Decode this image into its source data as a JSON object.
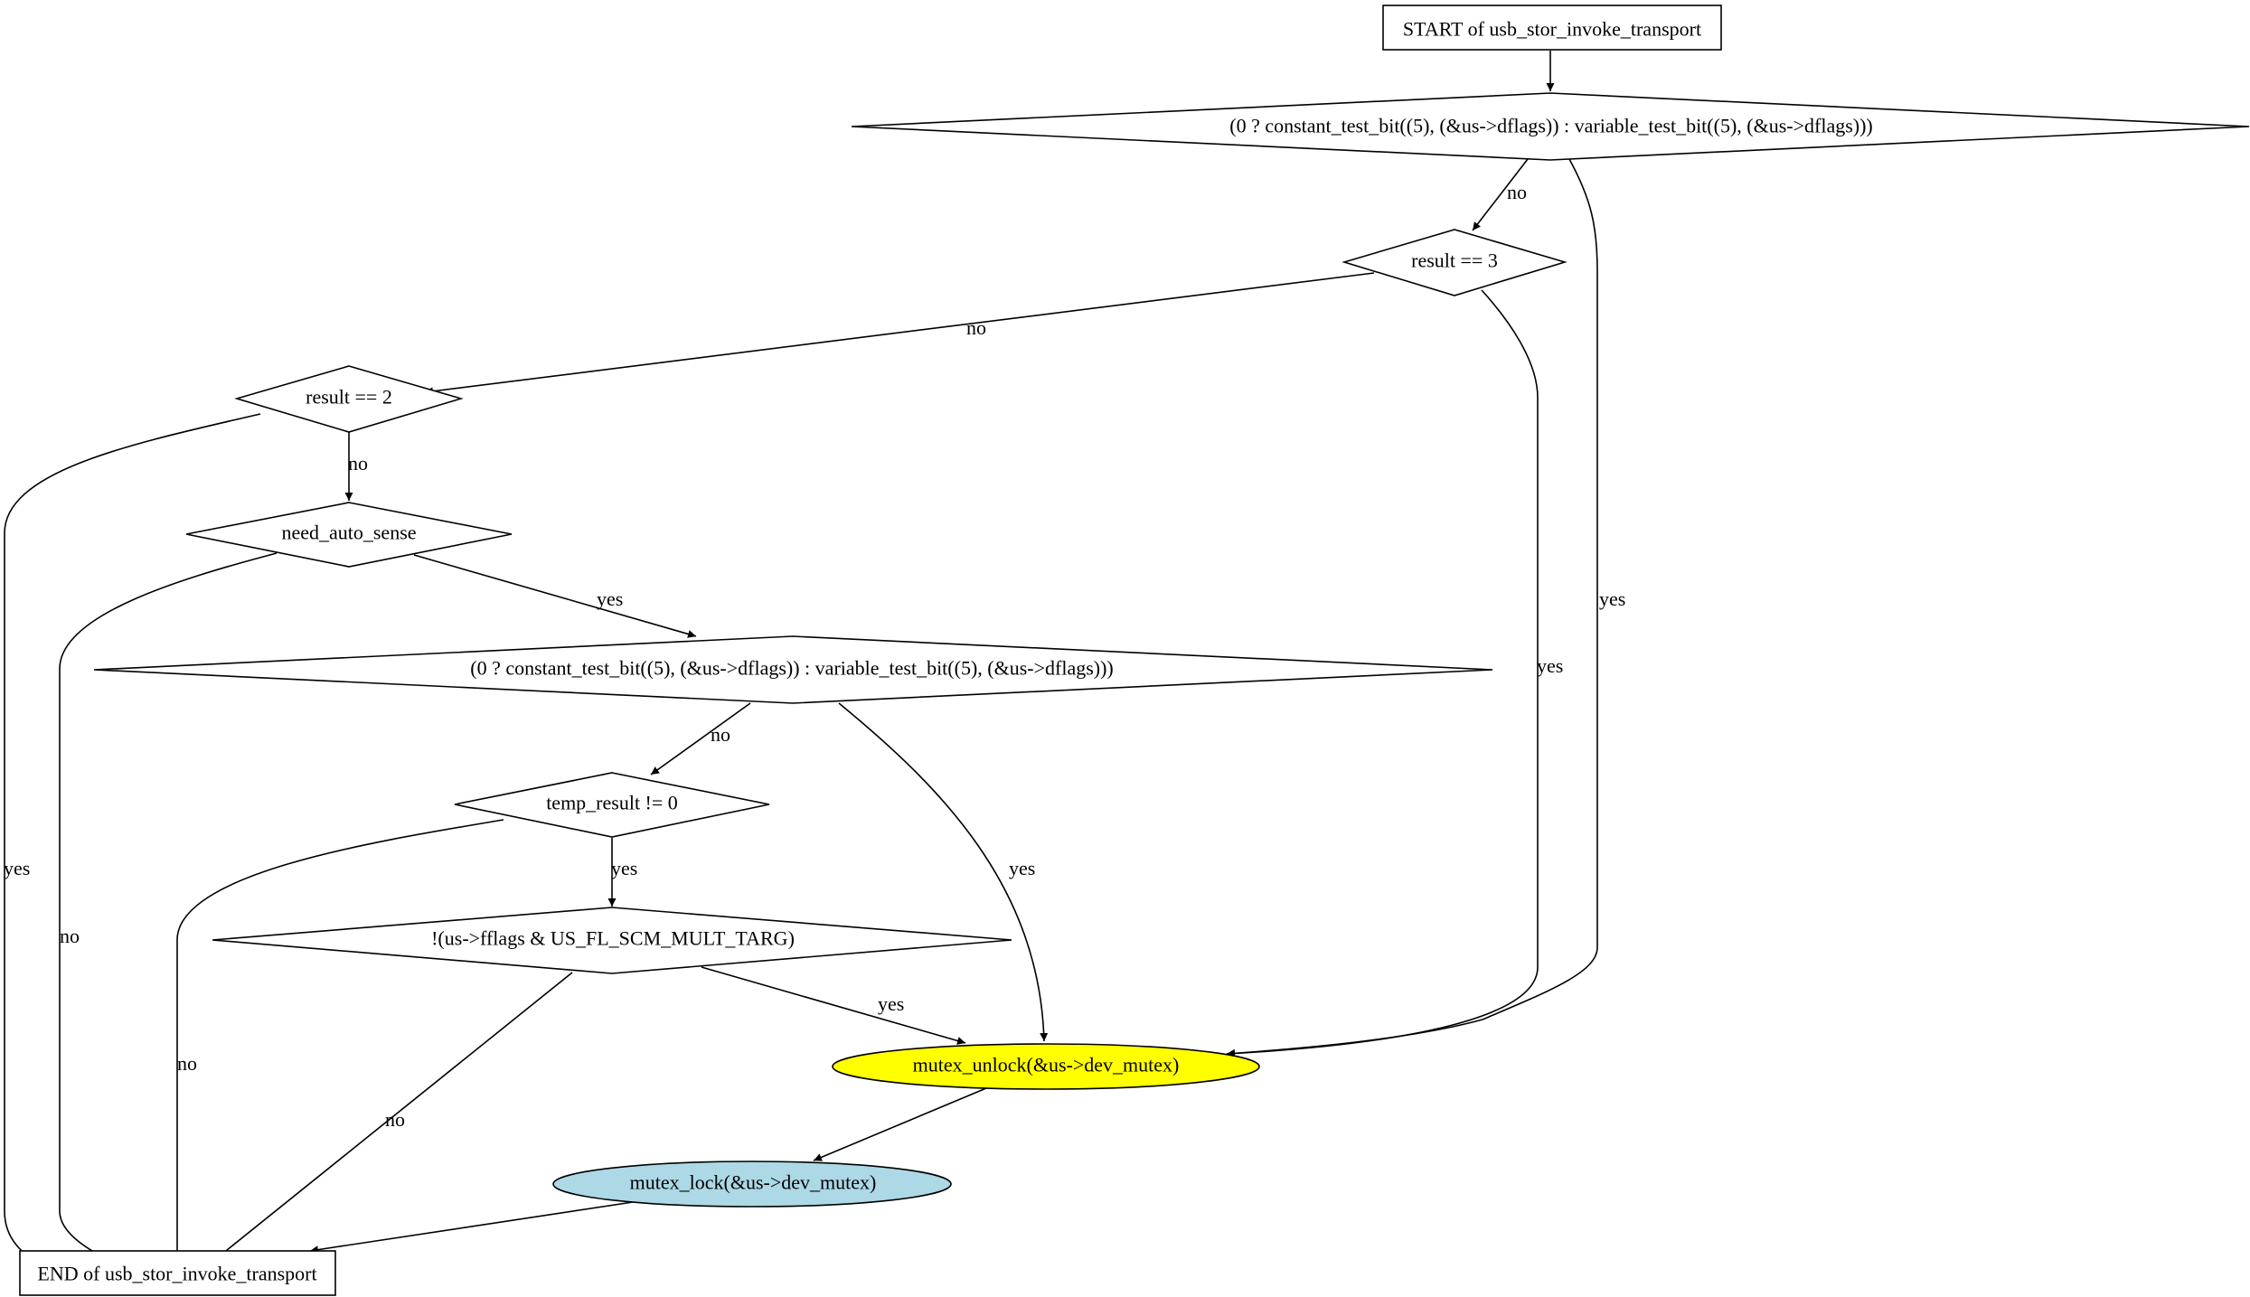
{
  "colors": {
    "background": "#ffffff",
    "stroke": "#000000",
    "unlock_fill": "#ffff00",
    "lock_fill": "#add8e6"
  },
  "nodes": {
    "start": "START of usb_stor_invoke_transport",
    "dflags_check_1": "(0 ? constant_test_bit((5), (&us->dflags)) : variable_test_bit((5), (&us->dflags)))",
    "result_eq_3": "result == 3",
    "result_eq_2": "result == 2",
    "need_auto_sense": "need_auto_sense",
    "dflags_check_2": "(0 ? constant_test_bit((5), (&us->dflags)) : variable_test_bit((5), (&us->dflags)))",
    "temp_result_ne_0": "temp_result != 0",
    "multi_targ_check": "!(us->fflags & US_FL_SCM_MULT_TARG)",
    "mutex_unlock": "mutex_unlock(&us->dev_mutex)",
    "mutex_lock": "mutex_lock(&us->dev_mutex)",
    "end": "END of usb_stor_invoke_transport"
  },
  "edge_labels": {
    "dflags1_no": "no",
    "dflags1_yes": "yes",
    "result3_no": "no",
    "result3_yes": "yes",
    "result2_no": "no",
    "result2_yes": "yes",
    "autosense_yes": "yes",
    "autosense_no": "no",
    "dflags2_no": "no",
    "dflags2_yes": "yes",
    "temp_yes": "yes",
    "temp_no": "no",
    "multitarg_yes": "yes",
    "multitarg_no": "no"
  }
}
